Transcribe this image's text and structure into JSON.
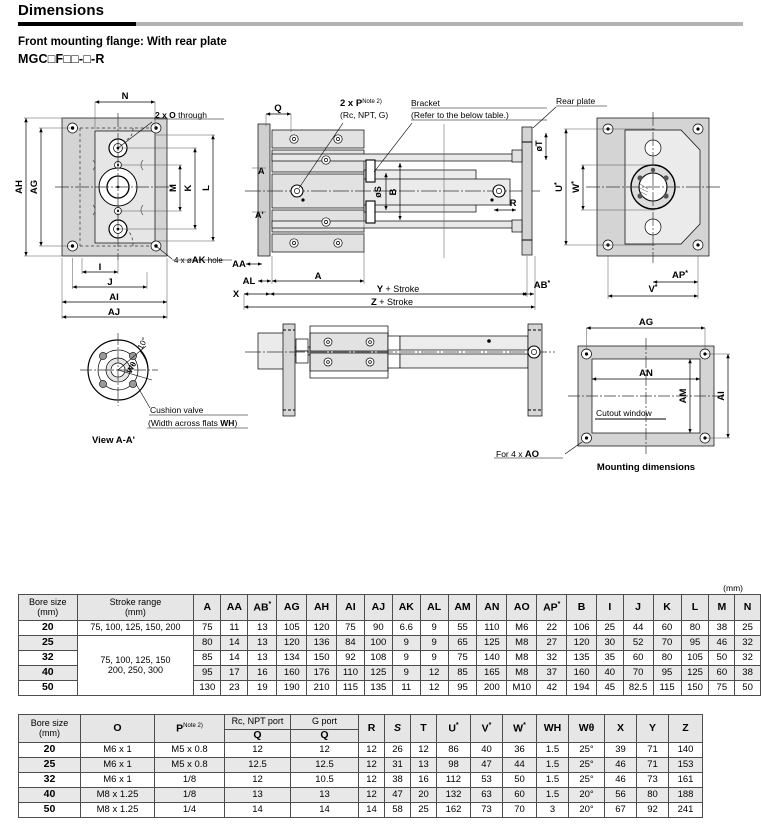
{
  "header": {
    "title": "Dimensions",
    "subtitle": "Front mounting flange: With rear plate",
    "model_code": "MGC□F□□-□-R"
  },
  "drawing": {
    "unit_note": "(mm)",
    "labels": {
      "two_x_o_through": "2 x O through",
      "four_x_ak_hole": "4 x øAK hole",
      "two_x_p_note": "2 x P",
      "two_x_p_note_sup": "Note 2)",
      "port_types": "(Rc, NPT, G)",
      "bracket": "Bracket",
      "bracket_note": "(Refer to the below table.)",
      "rear_plate": "Rear plate",
      "cushion_valve": "Cushion valve",
      "cushion_valve_note": "(Width across flats WH)",
      "view_aa": "View A-A'",
      "cutout_window": "Cutout window",
      "for_4x_ao": "For 4 x AO",
      "mounting_dimensions": "Mounting dimensions",
      "y_plus_stroke": "Y + Stroke",
      "z_plus_stroke": "Z + Stroke",
      "wh_angle": "Wθ",
      "dims": [
        "N",
        "AH",
        "AG",
        "M",
        "K",
        "L",
        "I",
        "J",
        "AI",
        "AJ",
        "AA",
        "AL",
        "X",
        "A",
        "Q",
        "øS",
        "B",
        "øT",
        "R",
        "AB*",
        "U*",
        "W*",
        "AP*",
        "V*",
        "AN",
        "AM",
        "AI",
        "AG",
        "A",
        "A'"
      ]
    }
  },
  "table1": {
    "headers": [
      "Bore size\n(mm)",
      "Stroke range\n(mm)",
      "A",
      "AA",
      "AB",
      "AG",
      "AH",
      "AI",
      "AJ",
      "AK",
      "AL",
      "AM",
      "AN",
      "AO",
      "AP",
      "B",
      "I",
      "J",
      "K",
      "L",
      "M",
      "N"
    ],
    "header_bore_line1": "Bore size",
    "header_bore_line2": "(mm)",
    "header_stroke_line1": "Stroke range",
    "header_stroke_line2": "(mm)",
    "starred": [
      "AB",
      "AP"
    ],
    "rows": [
      {
        "bore": "20",
        "stroke": "75, 100, 125, 150, 200",
        "values": [
          "75",
          "11",
          "13",
          "105",
          "120",
          "75",
          "90",
          "6.6",
          "9",
          "55",
          "110",
          "M6",
          "22",
          "106",
          "25",
          "44",
          "60",
          "80",
          "38",
          "25"
        ]
      },
      {
        "bore": "25",
        "stroke": "",
        "values": [
          "80",
          "14",
          "13",
          "120",
          "136",
          "84",
          "100",
          "9",
          "9",
          "65",
          "125",
          "M8",
          "27",
          "120",
          "30",
          "52",
          "70",
          "95",
          "46",
          "32"
        ]
      },
      {
        "bore": "32",
        "stroke": "75, 100, 125, 150",
        "values": [
          "85",
          "14",
          "13",
          "134",
          "150",
          "92",
          "108",
          "9",
          "9",
          "75",
          "140",
          "M8",
          "32",
          "135",
          "35",
          "60",
          "80",
          "105",
          "50",
          "32"
        ]
      },
      {
        "bore": "40",
        "stroke": "200, 250, 300",
        "values": [
          "95",
          "17",
          "16",
          "160",
          "176",
          "110",
          "125",
          "9",
          "12",
          "85",
          "165",
          "M8",
          "37",
          "160",
          "40",
          "70",
          "95",
          "125",
          "60",
          "38"
        ]
      },
      {
        "bore": "50",
        "stroke": "",
        "values": [
          "130",
          "23",
          "19",
          "190",
          "210",
          "115",
          "135",
          "11",
          "12",
          "95",
          "200",
          "M10",
          "42",
          "194",
          "45",
          "82.5",
          "115",
          "150",
          "75",
          "50"
        ]
      }
    ],
    "stroke_merged_note": "75, 100, 125, 150 / 200, 250, 300"
  },
  "table2": {
    "header_bore_line1": "Bore size",
    "header_bore_line2": "(mm)",
    "header_o": "O",
    "header_p": "P",
    "header_p_sup": "Note 2)",
    "header_rc_npt": "Rc, NPT port",
    "header_g": "G port",
    "header_q1": "Q",
    "header_q2": "Q",
    "headers_rest": [
      "R",
      "S",
      "T",
      "U",
      "V",
      "W",
      "WH",
      "Wθ",
      "X",
      "Y",
      "Z"
    ],
    "starred": [
      "U",
      "V",
      "W"
    ],
    "rows": [
      {
        "bore": "20",
        "O": "M6 x 1",
        "P": "M5 x 0.8",
        "Q_rc": "12",
        "Q_g": "12",
        "R": "12",
        "S": "26",
        "T": "12",
        "U": "86",
        "V": "40",
        "W": "36",
        "WH": "1.5",
        "Wtheta": "25°",
        "X": "39",
        "Y": "71",
        "Z": "140"
      },
      {
        "bore": "25",
        "O": "M6 x 1",
        "P": "M5 x 0.8",
        "Q_rc": "12.5",
        "Q_g": "12.5",
        "R": "12",
        "S": "31",
        "T": "13",
        "U": "98",
        "V": "47",
        "W": "44",
        "WH": "1.5",
        "Wtheta": "25°",
        "X": "46",
        "Y": "71",
        "Z": "153"
      },
      {
        "bore": "32",
        "O": "M6 x 1",
        "P": "1/8",
        "Q_rc": "12",
        "Q_g": "10.5",
        "R": "12",
        "S": "38",
        "T": "16",
        "U": "112",
        "V": "53",
        "W": "50",
        "WH": "1.5",
        "Wtheta": "25°",
        "X": "46",
        "Y": "73",
        "Z": "161"
      },
      {
        "bore": "40",
        "O": "M8 x 1.25",
        "P": "1/8",
        "Q_rc": "13",
        "Q_g": "13",
        "R": "12",
        "S": "47",
        "T": "20",
        "U": "132",
        "V": "63",
        "W": "60",
        "WH": "1.5",
        "Wtheta": "20°",
        "X": "56",
        "Y": "80",
        "Z": "188"
      },
      {
        "bore": "50",
        "O": "M8 x 1.25",
        "P": "1/4",
        "Q_rc": "14",
        "Q_g": "14",
        "R": "14",
        "S": "58",
        "T": "25",
        "U": "162",
        "V": "73",
        "W": "70",
        "WH": "3",
        "Wtheta": "20°",
        "X": "67",
        "Y": "92",
        "Z": "241"
      }
    ]
  },
  "colors": {
    "rule_dark": "#000000",
    "rule_light": "#b3b3b3",
    "header_fill": "#e6e6e6",
    "row_alt": "#e8e8e8",
    "border": "#4d4d4d",
    "part_fill": "#d9d9d9",
    "part_fill_light": "#ececec"
  }
}
